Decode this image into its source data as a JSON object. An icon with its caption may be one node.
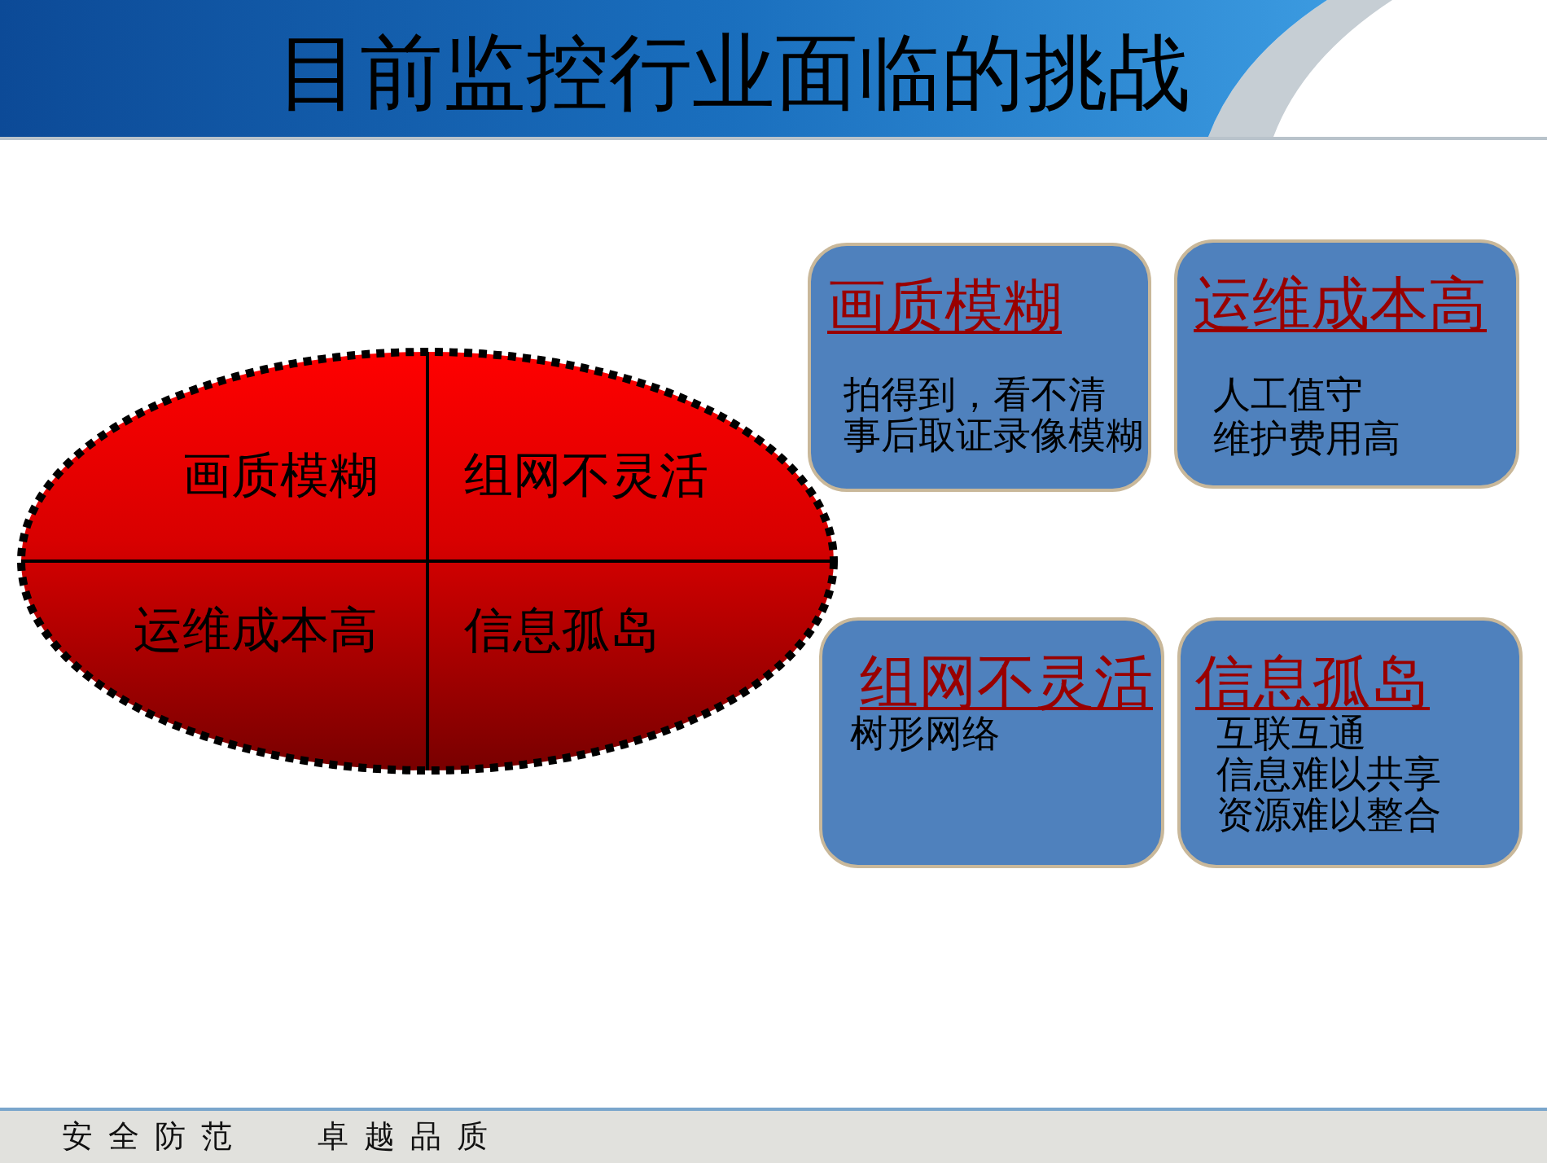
{
  "diagram": {
    "title": "目前监控行业面临的挑战",
    "nodes": [
      {
        "text": [],
        "shape": "ellipse"
      },
      {
        "text": [
          "画质模糊"
        ],
        "in": 0
      },
      {
        "text": [
          "组网不灵活"
        ],
        "in": 0
      },
      {
        "text": [
          "运维成本高"
        ],
        "in": 0
      },
      {
        "text": [
          "信息孤岛"
        ],
        "in": 0
      },
      {
        "text": [
          "画质模糊",
          "拍得到，看不清",
          "事后取证录像模糊"
        ]
      },
      {
        "text": [
          "运维成本高",
          "人工值守",
          "维护费用高"
        ]
      },
      {
        "text": [
          "组网不灵活",
          "树形网络"
        ]
      },
      {
        "text": [
          "信息孤岛",
          "互联互通",
          "信息难以共享",
          "资源难以整合"
        ]
      }
    ],
    "labels": [
      "安全防范",
      "卓越品质"
    ]
  }
}
